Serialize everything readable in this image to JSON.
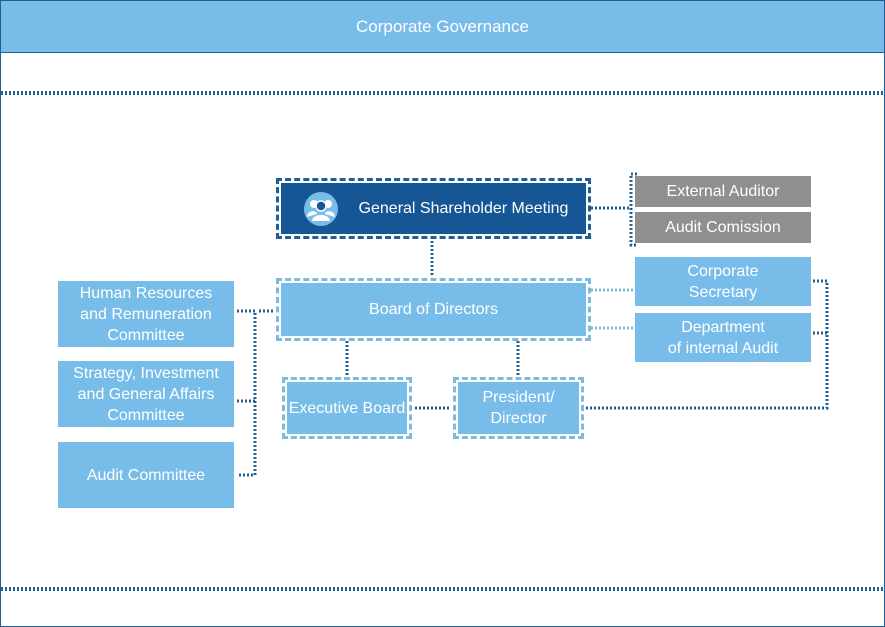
{
  "header": {
    "title": "Corporate Governance"
  },
  "nodes": {
    "gsm": "General Shareholder Meeting",
    "external_auditor": "External Auditor",
    "audit_commission": "Audit Comission",
    "board": "Board of Directors",
    "corporate_secretary": "Corporate\nSecretary",
    "internal_audit": "Department\nof internal Audit",
    "hr_committee": "Human Resources\nand Remuneration\nCommittee",
    "strategy_committee": "Strategy, Investment\nand General Affairs\nCommittee",
    "audit_committee": "Audit Committee",
    "executive_board": "Executive Board",
    "president": "President/\nDirector"
  },
  "colors": {
    "primary": "#78bde9",
    "dark": "#175695",
    "muted": "#8f8f8f",
    "line": "#1f5f94"
  },
  "icons": {
    "gsm_icon": "people-group-icon"
  }
}
